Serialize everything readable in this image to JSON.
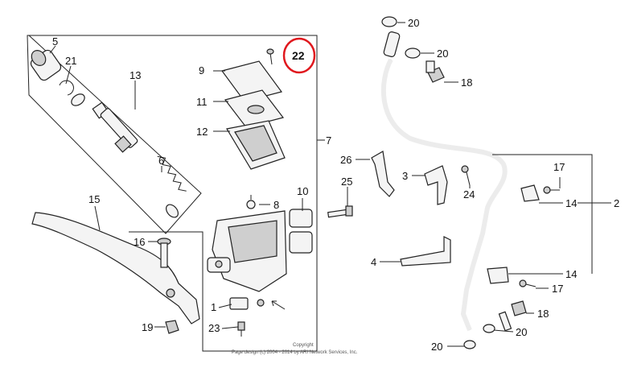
{
  "callouts": {
    "c1": "1",
    "c2": "2",
    "c3": "3",
    "c4": "4",
    "c5": "5",
    "c6": "6",
    "c7": "7",
    "c8": "8",
    "c9": "9",
    "c10": "10",
    "c11": "11",
    "c12": "12",
    "c13": "13",
    "c14a": "14",
    "c14b": "14",
    "c15": "15",
    "c16": "16",
    "c17a": "17",
    "c17b": "17",
    "c18a": "18",
    "c18b": "18",
    "c19": "19",
    "c20a": "20",
    "c20b": "20",
    "c20c": "20",
    "c20d": "20",
    "c21": "21",
    "c22": "22",
    "c23": "23",
    "c24": "24",
    "c25": "25",
    "c26": "26"
  },
  "highlight": {
    "label": "22",
    "color": "#e0181e"
  },
  "copyright": {
    "line1": "Copyright",
    "line2": "Page design (c) 2004 - 2014 by ARI Network Services, Inc."
  }
}
